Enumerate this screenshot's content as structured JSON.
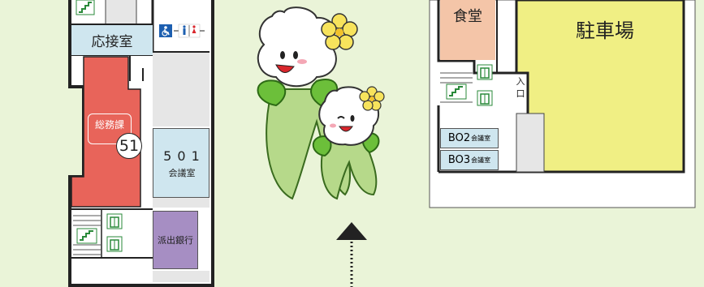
{
  "rooms": {
    "reception": "応接室",
    "general_affairs": "総務課",
    "room_number_badge": "51",
    "conf_501_number": "5 0 1",
    "conf_501_label": "会議室",
    "bank_branch": "派出銀行",
    "cafeteria": "食堂",
    "parking": "駐車場",
    "entrance_top": "入",
    "entrance_bottom": "口",
    "b02_code": "BO2",
    "b02_label": "会議室",
    "b03_code": "BO3",
    "b03_label": "会議室"
  },
  "colors": {
    "background": "#eaf4d8",
    "office_red": "#e8645a",
    "reception_blue": "#cfe6ef",
    "conference_blue": "#cfe6ef",
    "bank_purple": "#a68ec3",
    "cafeteria_peach": "#f4c5a8",
    "parking_yellow": "#f0ef84",
    "wall": "#222222",
    "corridor_gray": "#e6e6e6"
  },
  "icons": [
    "stairs-icon",
    "elevator-icon",
    "accessible-icon",
    "restroom-icon",
    "arrow-up-icon",
    "mascot-large",
    "mascot-small"
  ]
}
